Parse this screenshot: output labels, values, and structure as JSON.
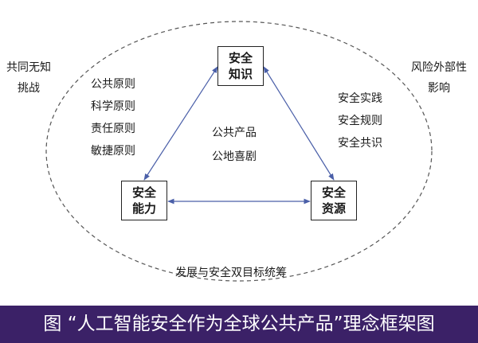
{
  "nodes": {
    "knowledge": {
      "line1": "安全",
      "line2": "知识"
    },
    "capability": {
      "line1": "安全",
      "line2": "能力"
    },
    "resources": {
      "line1": "安全",
      "line2": "资源"
    }
  },
  "center": {
    "line1": "公共产品",
    "line2": "公地喜剧"
  },
  "principles": [
    "公共原则",
    "科学原则",
    "责任原则",
    "敏捷原则"
  ],
  "practices": [
    "安全实践",
    "安全规则",
    "安全共识"
  ],
  "outer_left": {
    "line1": "共同无知",
    "line2": "挑战"
  },
  "outer_right": {
    "line1": "风险外部性",
    "line2": "影响"
  },
  "bottom_label": "发展与安全双目标统筹",
  "caption": "图 “人工智能安全作为全球公共产品”理念框架图",
  "colors": {
    "caption_bg": "#3b2167",
    "arrow": "#4a5fa8",
    "border": "#222222"
  }
}
